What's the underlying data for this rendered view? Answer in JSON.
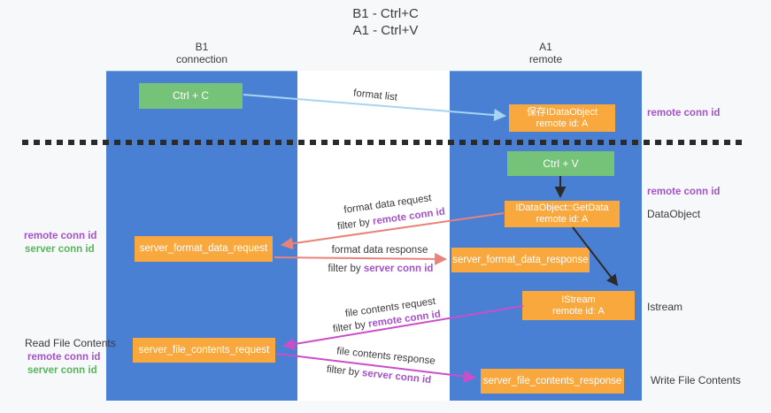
{
  "title": {
    "line1": "B1 - Ctrl+C",
    "line2": "A1 - Ctrl+V"
  },
  "lanes": {
    "left": {
      "name": "B1",
      "sub": "connection"
    },
    "right": {
      "name": "A1",
      "sub": "remote"
    }
  },
  "nodes": {
    "ctrl_c": {
      "label": "Ctrl + C"
    },
    "ctrl_v": {
      "label": "Ctrl + V"
    },
    "save_dataobject": {
      "line1": "保存IDataObject",
      "line2": "remote id: A"
    },
    "getdata": {
      "line1": "IDataObject::GetData",
      "line2": "remote id: A"
    },
    "istream": {
      "line1": "IStream",
      "line2": "remote id: A"
    },
    "format_request": {
      "label": "server_format_data_request"
    },
    "format_response": {
      "label": "server_format_data_response"
    },
    "file_request": {
      "label": "server_file_contents_request"
    },
    "file_response": {
      "label": "server_file_contents_response"
    }
  },
  "side_labels": {
    "remote_conn_top": "remote conn id",
    "remote_conn_mid": "remote conn id",
    "dataobject": "DataObject",
    "istream": "Istream",
    "read_file": "Read File Contents",
    "write_file": "Write File Contents",
    "left_remote_top": "remote conn id",
    "left_server_top": "server conn id",
    "left_remote_bottom": "remote conn id",
    "left_server_bottom": "server conn id"
  },
  "arrow_labels": {
    "format_list": "format list",
    "format_data_request": "format data request",
    "format_data_response": "format data response",
    "file_contents_request": "file contents request",
    "file_contents_response": "file contents response",
    "filter_by": "filter by ",
    "remote_conn_id": "remote conn id",
    "server_conn_id": "server conn id"
  },
  "colors": {
    "lane_blue": "#4a80d4",
    "node_green": "#75c378",
    "node_orange": "#f8a83d",
    "arrow_salmon": "#e8827a",
    "arrow_magenta": "#ca4eca",
    "arrow_lightblue": "#a6d4f2",
    "arrow_black": "#2b2b2b",
    "text_purple": "#a452c8",
    "text_green": "#58b55e"
  }
}
